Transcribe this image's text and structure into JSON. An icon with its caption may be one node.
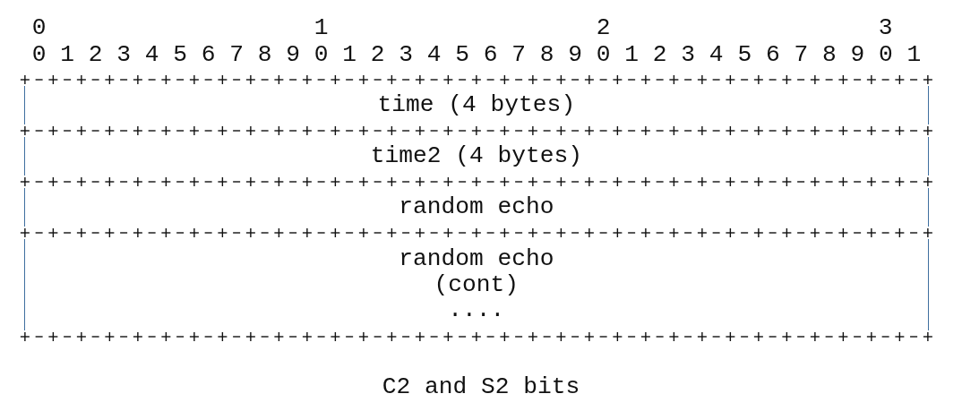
{
  "diagram": {
    "caption": "C2 and S2 bits",
    "nodes": [
      {
        "text": [
          "time (4 bytes)"
        ]
      },
      {
        "text": [
          "time2 (4 bytes)"
        ]
      },
      {
        "text": [
          "random echo"
        ]
      },
      {
        "text": [
          "random echo (cont)",
          "...."
        ]
      }
    ],
    "labels": [
      "0",
      "1",
      "2",
      "3",
      "0 1 2 3 4 5 6 7 8 9 0 1 2 3 4 5 6 7 8 9 0 1 2 3 4 5 6 7 8 9 0 1"
    ]
  }
}
